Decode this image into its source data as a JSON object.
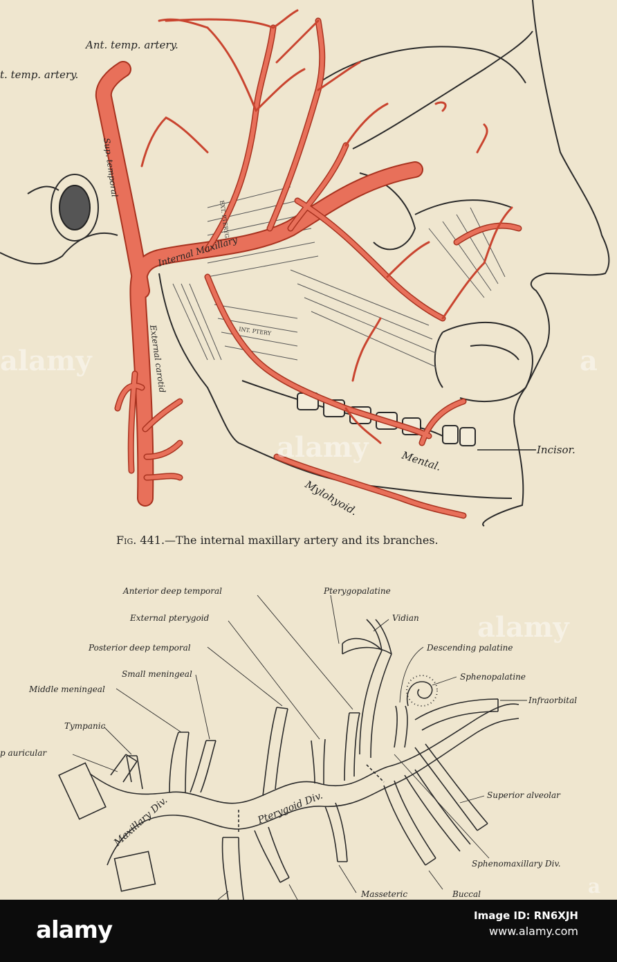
{
  "figure1": {
    "labels": {
      "ant_temp": "Ant. temp. artery.",
      "post_temp": "t. temp. artery.",
      "superficial_temporal": "Sup. temporal",
      "internal_maxillary": "Internal Maxillary",
      "external_carotid": "External carotid",
      "ext_ptery": "EXT. PTERYG.",
      "int_ptery": "INT. PTERY",
      "incisor": "Incisor.",
      "mental": "Mental.",
      "mylohyoid": "Mylohyoid."
    },
    "caption_prefix": "Fig. 441.",
    "caption_text": "—The internal maxillary artery and its branches."
  },
  "figure2": {
    "labels": {
      "anterior_deep_temporal": "Anterior deep temporal",
      "pterygopalatine": "Pterygopalatine",
      "external_pterygoid": "External pterygoid",
      "vidian": "Vidian",
      "posterior_deep_temporal": "Posterior deep temporal",
      "descending_palatine": "Descending palatine",
      "small_meningeal": "Small meningeal",
      "sphenopalatine": "Sphenopalatine",
      "middle_meningeal": "Middle meningeal",
      "infraorbital": "Infraorbital",
      "tympanic": "Tympanic",
      "deep_auricular": "p auricular",
      "superior_alveolar": "Superior alveolar",
      "maxillary_div": "Maxillary Div.",
      "pterygoid_div": "Pterygoid Div.",
      "sphenomaxillary_div": "Sphenomaxillary Div.",
      "masseteric": "Masseteric",
      "buccal": "Buccal"
    }
  },
  "watermarks": [
    "alamy",
    "a"
  ],
  "footer": {
    "logo": "alamy",
    "image_id": "Image ID: RN6XJH",
    "url": "www.alamy.com"
  },
  "colors": {
    "artery": "#e8705a",
    "artery_outline": "#a8321f",
    "background": "#efe6cf",
    "ink": "#2a2a2a"
  }
}
